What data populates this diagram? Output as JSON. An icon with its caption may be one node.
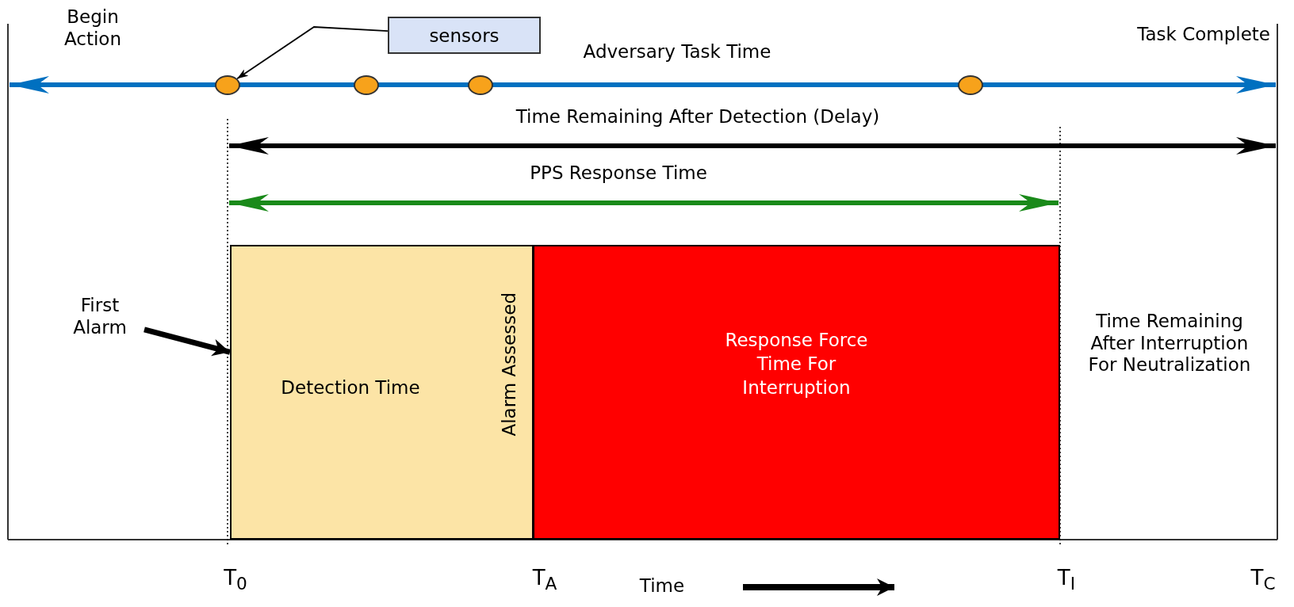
{
  "diagram": {
    "nodes": [
      {
        "text": [
          "sensors"
        ]
      },
      {
        "text": [],
        "shape": "circle"
      },
      {
        "text": [],
        "shape": "circle"
      },
      {
        "text": [],
        "shape": "circle"
      },
      {
        "text": [],
        "shape": "circle"
      },
      {
        "text": [
          "First Alarm"
        ]
      },
      {
        "text": [
          "Detection Time",
          "Alarm Assessed"
        ]
      },
      {
        "text": [
          "Response Force Time For Interruption"
        ]
      }
    ],
    "edges": [
      {
        "from": 0,
        "to": 1,
        "arrow": "to"
      },
      {
        "from": 5,
        "to": 6,
        "arrow": "to",
        "style": "thick"
      }
    ],
    "labels": [
      "Begin Action",
      "Task Complete",
      "Adversary Task Time",
      "Time Remaining After Detection (Delay)",
      "PPS Response Time",
      "Time Remaining After Interruption For Neutralization",
      "T$_{0}$",
      "T$_{A}$",
      "T$_{I}$",
      "T$_{C}$",
      "Time"
    ]
  }
}
